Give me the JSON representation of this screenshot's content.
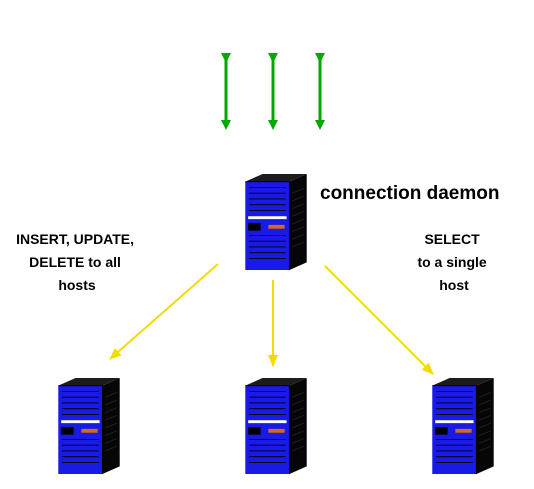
{
  "title": "connection daemon",
  "left_note": [
    "INSERT, UPDATE,",
    "DELETE to all",
    "hosts"
  ],
  "right_note": [
    "SELECT",
    "to a single",
    "host"
  ],
  "colors": {
    "client_arrow": "#00a800",
    "route_arrow": "#f2dc00",
    "server_front": "#1a1ae6",
    "server_side": "#060606",
    "server_light": "#d86a10"
  },
  "icons": {
    "daemon": "server-tower-icon",
    "hosts": [
      "server-tower-icon",
      "server-tower-icon",
      "server-tower-icon"
    ]
  }
}
